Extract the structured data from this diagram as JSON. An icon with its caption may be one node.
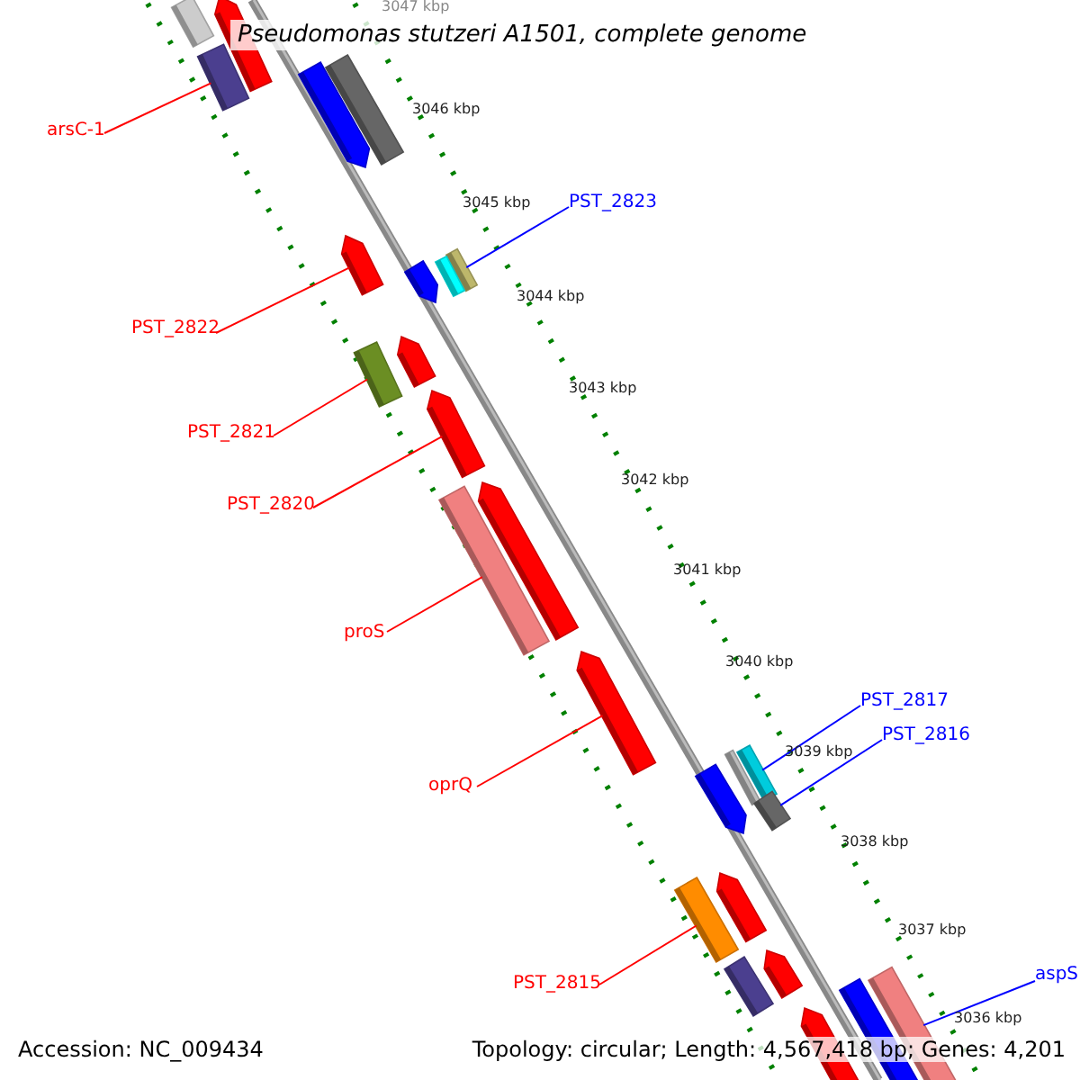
{
  "diagram": {
    "title": "Pseudomonas stutzeri A1501, complete genome",
    "nodes": [
      {
        "text": [
          "arsC-1"
        ]
      },
      {
        "text": [
          "PST_2823"
        ]
      },
      {
        "text": [
          "PST_2822"
        ]
      },
      {
        "text": [
          "PST_2821"
        ]
      },
      {
        "text": [
          "PST_2820"
        ]
      },
      {
        "text": [
          "proS"
        ]
      },
      {
        "text": [
          "oprQ"
        ]
      },
      {
        "text": [
          "PST_2817"
        ]
      },
      {
        "text": [
          "PST_2816"
        ]
      },
      {
        "text": [
          "PST_2815"
        ]
      },
      {
        "text": [
          "aspS"
        ]
      },
      {
        "text": [],
        "shape": "bar"
      },
      {
        "text": [],
        "shape": "bar"
      },
      {
        "text": [],
        "shape": "bar"
      },
      {
        "text": [],
        "shape": "bar"
      },
      {
        "text": [],
        "shape": "bar"
      },
      {
        "text": [],
        "shape": "bar"
      },
      {
        "text": [],
        "shape": "bar"
      },
      {
        "text": [],
        "shape": "bar"
      },
      {
        "text": [],
        "shape": "bar"
      },
      {
        "text": [],
        "shape": "bar"
      },
      {
        "text": [],
        "shape": "bar"
      },
      {
        "text": [],
        "shape": "bar"
      },
      {
        "text": [],
        "shape": "bar"
      },
      {
        "text": [],
        "shape": "bar"
      },
      {
        "text": [],
        "shape": "bar"
      },
      {
        "text": [],
        "shape": "bar"
      },
      {
        "text": [],
        "shape": "bar"
      },
      {
        "text": [],
        "shape": "bar"
      },
      {
        "text": [],
        "shape": "bar"
      },
      {
        "text": [],
        "shape": "bar"
      },
      {
        "text": [],
        "shape": "bar"
      },
      {
        "text": [],
        "shape": "bar"
      },
      {
        "text": [],
        "shape": "bar"
      },
      {
        "text": [],
        "shape": "bar"
      },
      {
        "text": [],
        "shape": "bar"
      },
      {
        "text": [],
        "shape": "bar"
      }
    ],
    "edges": [
      {
        "from": 0,
        "to": 13,
        "arrow": "none"
      },
      {
        "from": 1,
        "to": 17,
        "arrow": "none",
        "color": "#0000ff"
      },
      {
        "from": 2,
        "to": 16,
        "arrow": "none"
      },
      {
        "from": 3,
        "to": 21,
        "arrow": "none"
      },
      {
        "from": 4,
        "to": 22,
        "arrow": "none"
      },
      {
        "from": 5,
        "to": 24,
        "arrow": "none"
      },
      {
        "from": 6,
        "to": 25,
        "arrow": "none"
      },
      {
        "from": 7,
        "to": 26,
        "arrow": "none",
        "color": "#0000ff"
      },
      {
        "from": 8,
        "to": 29,
        "arrow": "none",
        "color": "#0000ff"
      },
      {
        "from": 9,
        "to": 31,
        "arrow": "none"
      },
      {
        "from": 10,
        "to": 36,
        "arrow": "none",
        "color": "#0000ff"
      }
    ],
    "labels": [
      "3047 kbp",
      "3046 kbp",
      "3045 kbp",
      "3044 kbp",
      "3043 kbp",
      "3042 kbp",
      "3041 kbp",
      "3040 kbp",
      "3039 kbp",
      "3038 kbp",
      "3037 kbp",
      "3036 kbp",
      "Accession: NC_009434",
      "Topology: circular; Length: 4,567,418 bp; Genes: 4,201"
    ]
  }
}
